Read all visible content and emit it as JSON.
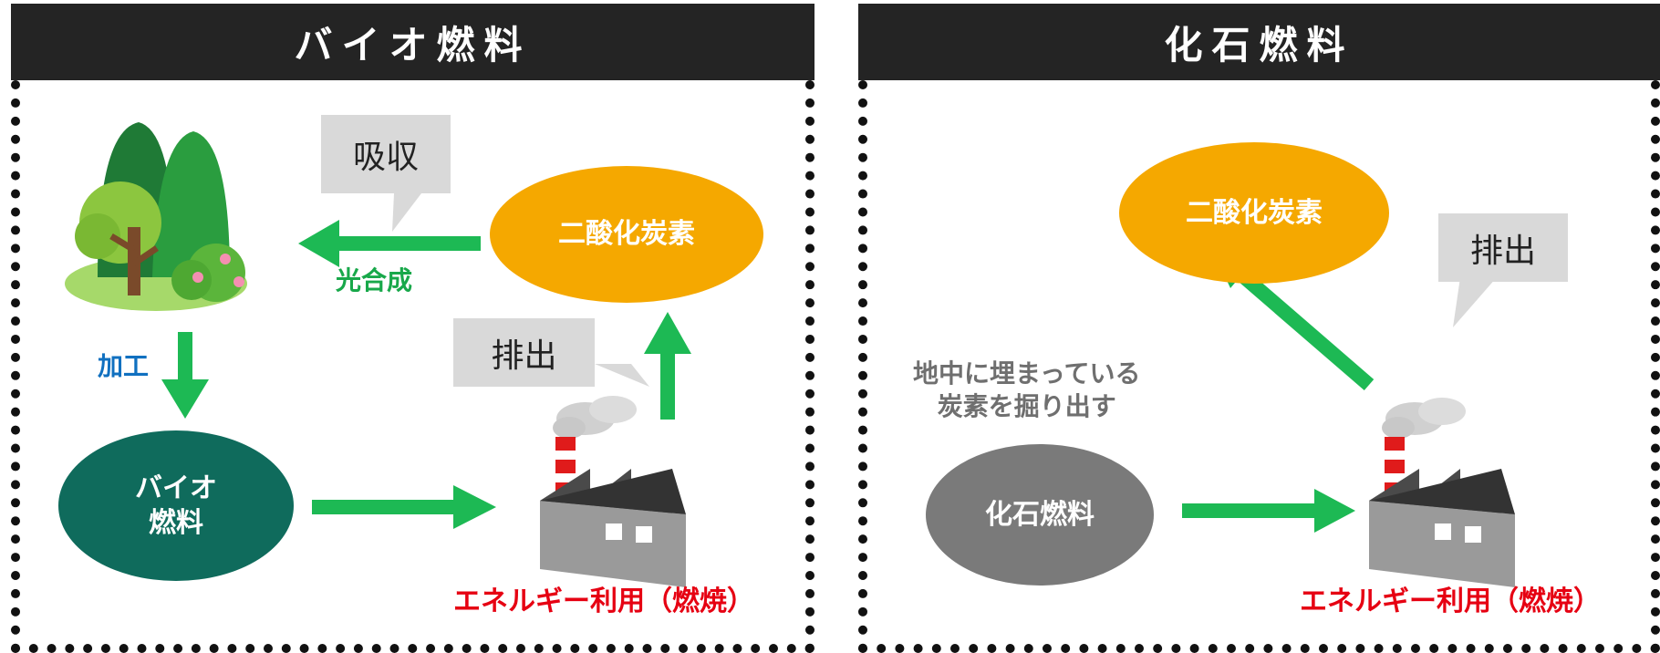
{
  "bio": {
    "title": "バイオ燃料",
    "absorb_bubble": "吸収",
    "photosynthesis_label": "光合成",
    "co2_label": "二酸化炭素",
    "processing_label": "加工",
    "emit_bubble": "排出",
    "fuel_label_line1": "バイオ",
    "fuel_label_line2": "燃料",
    "energy_label": "エネルギー利用（燃焼）"
  },
  "fossil": {
    "title": "化石燃料",
    "co2_label": "二酸化炭素",
    "emit_bubble": "排出",
    "dig_label_line1": "地中に埋まっている",
    "dig_label_line2": "炭素を掘り出す",
    "fuel_label": "化石燃料",
    "energy_label": "エネルギー利用（燃焼）"
  },
  "colors": {
    "header_bg": "#242424",
    "arrow_green": "#1db954",
    "co2_orange": "#f5a800",
    "biofuel_teal": "#0f6b5c",
    "fossil_gray": "#7a7a7a",
    "energy_red": "#e60012",
    "processing_blue": "#1070c0",
    "photosynthesis_green": "#18a84a",
    "bubble_gray": "#d9d9d9"
  },
  "icons": [
    "trees-icon",
    "factory-icon",
    "arrow-icon"
  ]
}
